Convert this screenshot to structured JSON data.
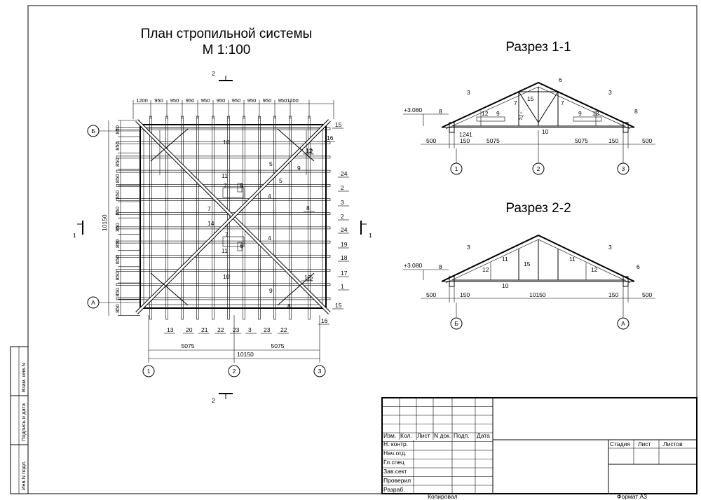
{
  "plan": {
    "title_line1": "План стропильной системы",
    "title_line2": "М 1:100",
    "top_dims": [
      "1200",
      "950",
      "950",
      "950",
      "950",
      "950",
      "950",
      "950",
      "950",
      "950",
      "1200"
    ],
    "left_dims": [
      "850",
      "850",
      "850",
      "850",
      "850",
      "850",
      "850",
      "850",
      "850",
      "850",
      "850",
      "850"
    ],
    "total_vertical": "10150",
    "bottom_halves": [
      "5075",
      "5075"
    ],
    "bottom_total": "10150",
    "row_axes": [
      "Б",
      "А"
    ],
    "col_axes": [
      "1",
      "2",
      "3"
    ],
    "section_1": "1",
    "section_2": "2",
    "inner_labels": [
      {
        "text": "10",
        "row": "top"
      },
      {
        "text": "11",
        "row": "top"
      },
      {
        "text": "7",
        "row": "top"
      },
      {
        "text": "6",
        "row": "top"
      },
      {
        "text": "5",
        "row": "top"
      },
      {
        "text": "5",
        "row": "top"
      },
      {
        "text": "4",
        "row": "top"
      },
      {
        "text": "7",
        "row": "mid"
      },
      {
        "text": "14",
        "row": "mid"
      },
      {
        "text": "7",
        "row": "mid"
      },
      {
        "text": "6",
        "row": "mid"
      },
      {
        "text": "11",
        "row": "mid"
      },
      {
        "text": "4",
        "row": "mid"
      },
      {
        "text": "10",
        "row": "bottom"
      },
      {
        "text": "9",
        "row": "bottom"
      },
      {
        "text": "12",
        "row": "bottom"
      },
      {
        "text": "8",
        "row": "bottom"
      },
      {
        "text": "12",
        "row": "top"
      },
      {
        "text": "9",
        "row": "top"
      }
    ],
    "right_labels": [
      "15",
      "16",
      "12",
      "24",
      "2",
      "8",
      "3",
      "2",
      "24",
      "19",
      "18",
      "12",
      "17",
      "1",
      "15",
      "16"
    ],
    "bottom_labels": [
      "13",
      "20",
      "21",
      "22",
      "23",
      "3",
      "23",
      "22"
    ]
  },
  "section11": {
    "title": "Разрез 1-1",
    "level": "+3.080",
    "labels": [
      "3",
      "6",
      "3",
      "15",
      "7",
      "7",
      "8",
      "12",
      "9",
      "51°",
      "9",
      "12",
      "8",
      "10",
      "1241"
    ],
    "dims": [
      "500",
      "150",
      "5075",
      "5075",
      "150",
      "500"
    ],
    "axes": [
      "1",
      "2",
      "3"
    ]
  },
  "section22": {
    "title": "Разрез 2-2",
    "level": "+3.080",
    "labels": [
      "3",
      "3",
      "8",
      "11",
      "15",
      "11",
      "12",
      "12",
      "6",
      "10"
    ],
    "dims": [
      "500",
      "150",
      "10150",
      "150",
      "500"
    ],
    "axes": [
      "Б",
      "А"
    ]
  },
  "stamp": {
    "header_cells": [
      "Изм.",
      "Кол.",
      "Лист",
      "N док.",
      "Подп.",
      "Дата"
    ],
    "rows": [
      "Н. контр.",
      "Нач.отд.",
      "Гл.спец",
      "Зав.сект",
      "Проверил",
      "Разраб."
    ],
    "right_headers": [
      "Стадия",
      "Лист",
      "Листов"
    ],
    "copied": "Копировал",
    "format": "Формат А3"
  },
  "side_strip": [
    "Инв.N подл.",
    "Подпись и дата",
    "Взам. инв.N"
  ]
}
